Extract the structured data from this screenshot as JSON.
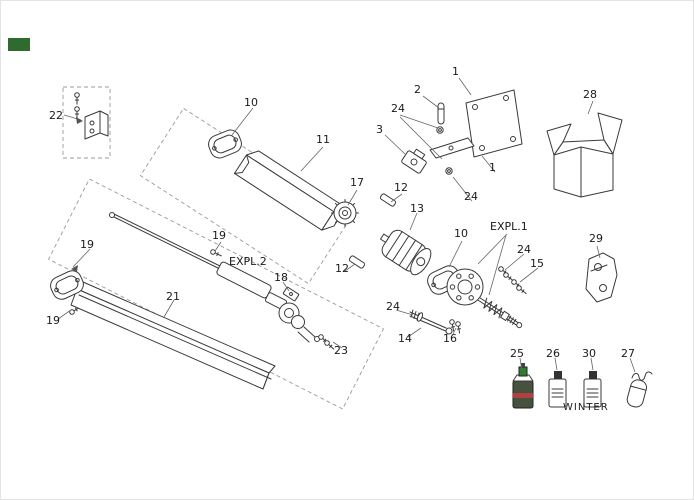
{
  "colors": {
    "brand": "#2f6b2f",
    "line": "#3a3a3a",
    "spray_body": "#46523e",
    "spray_cap": "#2e7d32",
    "spray_band": "#b0413e"
  },
  "labels": [
    {
      "id": "22",
      "text": "22"
    },
    {
      "id": "10a",
      "text": "10"
    },
    {
      "id": "11",
      "text": "11"
    },
    {
      "id": "17",
      "text": "17"
    },
    {
      "id": "12a",
      "text": "12"
    },
    {
      "id": "24a",
      "text": "24"
    },
    {
      "id": "2",
      "text": "2"
    },
    {
      "id": "3",
      "text": "3"
    },
    {
      "id": "1a",
      "text": "1"
    },
    {
      "id": "24b",
      "text": "24"
    },
    {
      "id": "1b",
      "text": "1"
    },
    {
      "id": "28",
      "text": "28"
    },
    {
      "id": "expl1",
      "text": "EXPL.1"
    },
    {
      "id": "10b",
      "text": "10"
    },
    {
      "id": "24c",
      "text": "24"
    },
    {
      "id": "15",
      "text": "15"
    },
    {
      "id": "29",
      "text": "29"
    },
    {
      "id": "13",
      "text": "13"
    },
    {
      "id": "12b",
      "text": "12"
    },
    {
      "id": "19a",
      "text": "19"
    },
    {
      "id": "expl2",
      "text": "EXPL.2"
    },
    {
      "id": "18",
      "text": "18"
    },
    {
      "id": "19b",
      "text": "19"
    },
    {
      "id": "21",
      "text": "21"
    },
    {
      "id": "19c",
      "text": "19"
    },
    {
      "id": "24d",
      "text": "24"
    },
    {
      "id": "14",
      "text": "14"
    },
    {
      "id": "16",
      "text": "16"
    },
    {
      "id": "23",
      "text": "23"
    },
    {
      "id": "25",
      "text": "25"
    },
    {
      "id": "26",
      "text": "26"
    },
    {
      "id": "30",
      "text": "30"
    },
    {
      "id": "27",
      "text": "27"
    },
    {
      "id": "winter",
      "text": "WINTER"
    }
  ]
}
